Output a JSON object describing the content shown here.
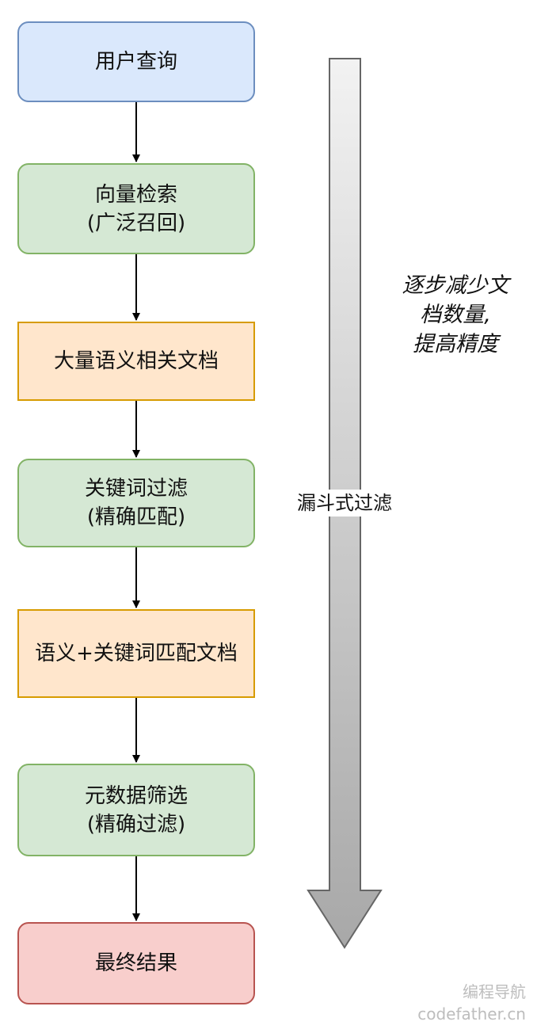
{
  "flow": {
    "nodes": [
      {
        "lines": [
          "用户查询"
        ],
        "style": "blue",
        "shape": "rounded"
      },
      {
        "lines": [
          "向量检索",
          "(广泛召回)"
        ],
        "style": "green",
        "shape": "rounded"
      },
      {
        "lines": [
          "大量语义相关文档"
        ],
        "style": "orange",
        "shape": "square"
      },
      {
        "lines": [
          "关键词过滤",
          "(精确匹配)"
        ],
        "style": "green",
        "shape": "rounded"
      },
      {
        "lines": [
          "语义+关键词匹配文档"
        ],
        "style": "orange",
        "shape": "square"
      },
      {
        "lines": [
          "元数据筛选",
          "(精确过滤)"
        ],
        "style": "green",
        "shape": "rounded"
      },
      {
        "lines": [
          "最终结果"
        ],
        "style": "red",
        "shape": "rounded"
      }
    ]
  },
  "annotations": {
    "note_lines": [
      "逐步减少文",
      "档数量,",
      "提高精度"
    ],
    "funnel_label": "漏斗式过滤"
  },
  "watermark": {
    "line1": "编程导航",
    "line2": "codefather.cn"
  },
  "colors": {
    "blue_fill": "#dae8fc",
    "blue_stroke": "#6c8ebf",
    "green_fill": "#d5e8d4",
    "green_stroke": "#82b366",
    "orange_fill": "#ffe6cc",
    "orange_stroke": "#d79b00",
    "red_fill": "#f8cecc",
    "red_stroke": "#b85450"
  }
}
